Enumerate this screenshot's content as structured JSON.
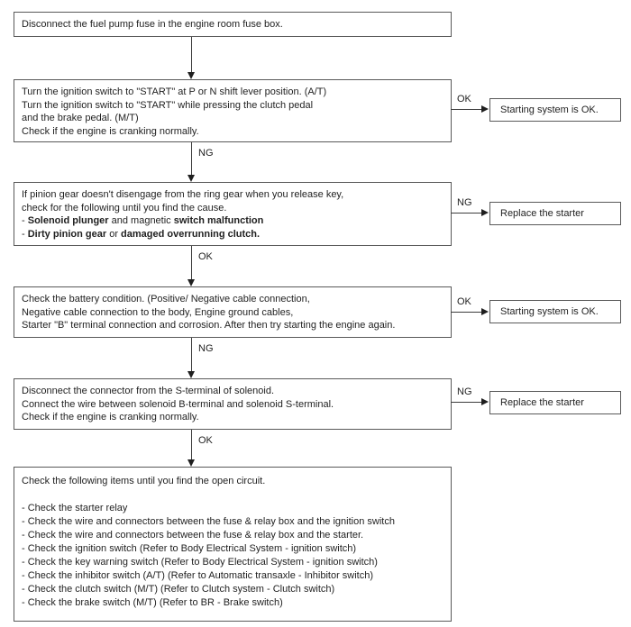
{
  "title": "Starting system troubleshooting flowchart",
  "colors": {
    "background": "#ffffff",
    "box_border": "#595959",
    "text": "#1f1f1f",
    "arrow": "#3c3c3c"
  },
  "steps": [
    {
      "name": "disconnect-fuel-pump-fuse",
      "lines": [
        "Disconnect the fuel pump fuse in the engine room fuse box."
      ]
    },
    {
      "name": "turn-ignition-start",
      "lines": [
        "Turn the ignition switch to \"START\" at P or N shift lever position. (A/T)",
        "Turn the ignition switch to \"START\" while pressing the clutch pedal",
        "and the brake pedal. (M/T)",
        "Check if the engine is cranking normally."
      ]
    },
    {
      "name": "pinion-gear-check",
      "lines": [
        "If pinion gear doesn't disengage from the ring gear when you release key,",
        "check for the following until you find the cause.",
        [
          {
            "t": "- ",
            "b": false
          },
          {
            "t": "Solenoid plunger",
            "b": true
          },
          {
            "t": " and magnetic ",
            "b": false
          },
          {
            "t": "switch malfunction",
            "b": true
          }
        ],
        [
          {
            "t": "- ",
            "b": false
          },
          {
            "t": "Dirty pinion gear",
            "b": true
          },
          {
            "t": " or ",
            "b": false
          },
          {
            "t": "damaged overrunning clutch.",
            "b": true
          }
        ]
      ]
    },
    {
      "name": "battery-condition-check",
      "lines": [
        "Check the battery condition. (Positive/ Negative cable connection,",
        "Negative cable connection to the body, Engine ground cables,",
        "Starter \"B\" terminal connection and corrosion. After then try starting the engine again."
      ]
    },
    {
      "name": "solenoid-terminal-check",
      "lines": [
        "Disconnect the connector from the S-terminal of solenoid.",
        "Connect the wire between solenoid B-terminal and solenoid S-terminal.",
        "Check if the engine is cranking normally."
      ]
    },
    {
      "name": "open-circuit-checklist",
      "lines": [
        "Check the following items until you find the open circuit.",
        "",
        "- Check the starter relay",
        "- Check the wire and connectors between the fuse & relay box and the ignition switch",
        "- Check the wire and connectors between the fuse & relay box and the starter.",
        "- Check the ignition switch (Refer to Body Electrical System - ignition switch)",
        "- Check the key warning switch (Refer to Body Electrical System - ignition switch)",
        "- Check the inhibitor switch (A/T) (Refer to Automatic transaxle - Inhibitor switch)",
        "- Check the clutch switch (M/T) (Refer to Clutch system - Clutch switch)",
        "- Check the brake switch (M/T) (Refer to BR - Brake switch)"
      ]
    }
  ],
  "results": [
    {
      "label": "Starting system is OK."
    },
    {
      "label": "Replace the starter"
    },
    {
      "label": "Starting system is OK."
    },
    {
      "label": "Replace the starter"
    }
  ],
  "connectors": {
    "vertical_labels": [
      "",
      "NG",
      "OK",
      "NG",
      "OK"
    ],
    "horizontal_labels": [
      "OK",
      "NG",
      "OK",
      "NG"
    ]
  }
}
